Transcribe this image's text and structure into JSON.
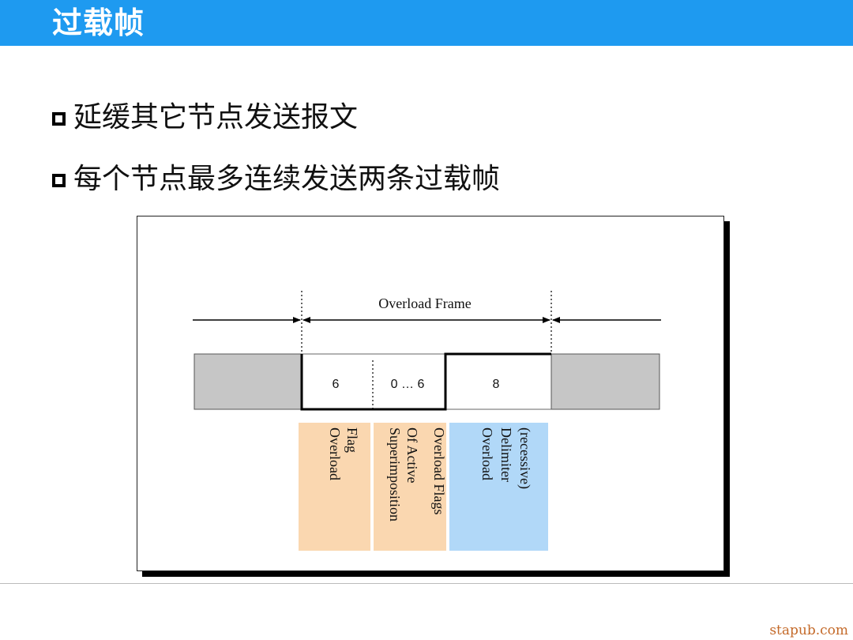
{
  "header": {
    "title": "过载帧"
  },
  "bullets": [
    {
      "text": "延缓其它节点发送报文"
    },
    {
      "text": "每个节点最多连续发送两条过载帧"
    }
  ],
  "diagram": {
    "frame_label": "Overload Frame",
    "field_values": [
      "6",
      "0 … 6",
      "8"
    ],
    "labels": {
      "flag": [
        "Overload",
        "Flag"
      ],
      "superposition": [
        "Superimposition",
        "Of Active",
        "Overload Flags"
      ],
      "delimiter": [
        "Overload",
        "Delimiter",
        "(recessive)"
      ]
    },
    "colors": {
      "flag_bg": "#fad7b0",
      "superposition_bg": "#fad7b0",
      "delimiter_bg": "#b1d8f8",
      "gray_segment": "#c6c6c6"
    }
  },
  "watermark": "stapub.com"
}
